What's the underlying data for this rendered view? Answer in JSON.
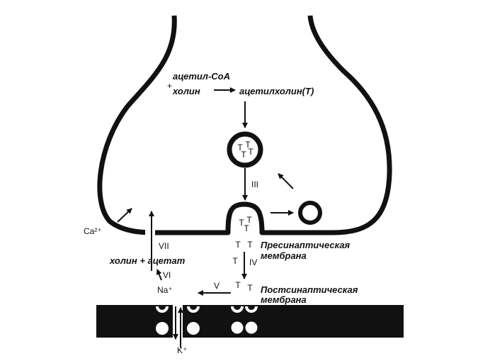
{
  "reaction": {
    "acetyl_coa": "ацетил-CoA",
    "plus": "+",
    "choline": "холин",
    "acetylcholine": "ацетилхолин(T)"
  },
  "transmitter_symbol": "T",
  "labels": {
    "calcium": "Ca²⁺",
    "step_III": "III",
    "step_IV": "IV",
    "step_V": "V",
    "step_VI": "VI",
    "step_VII": "VII",
    "choline_acetate": "холин + ацетат",
    "sodium": "Na⁺",
    "potassium": "K⁺",
    "presynaptic_membrane": [
      "Пресинаптическая",
      "мембрана"
    ],
    "postsynaptic_membrane": [
      "Постсинаптическая",
      "мембрана"
    ]
  }
}
